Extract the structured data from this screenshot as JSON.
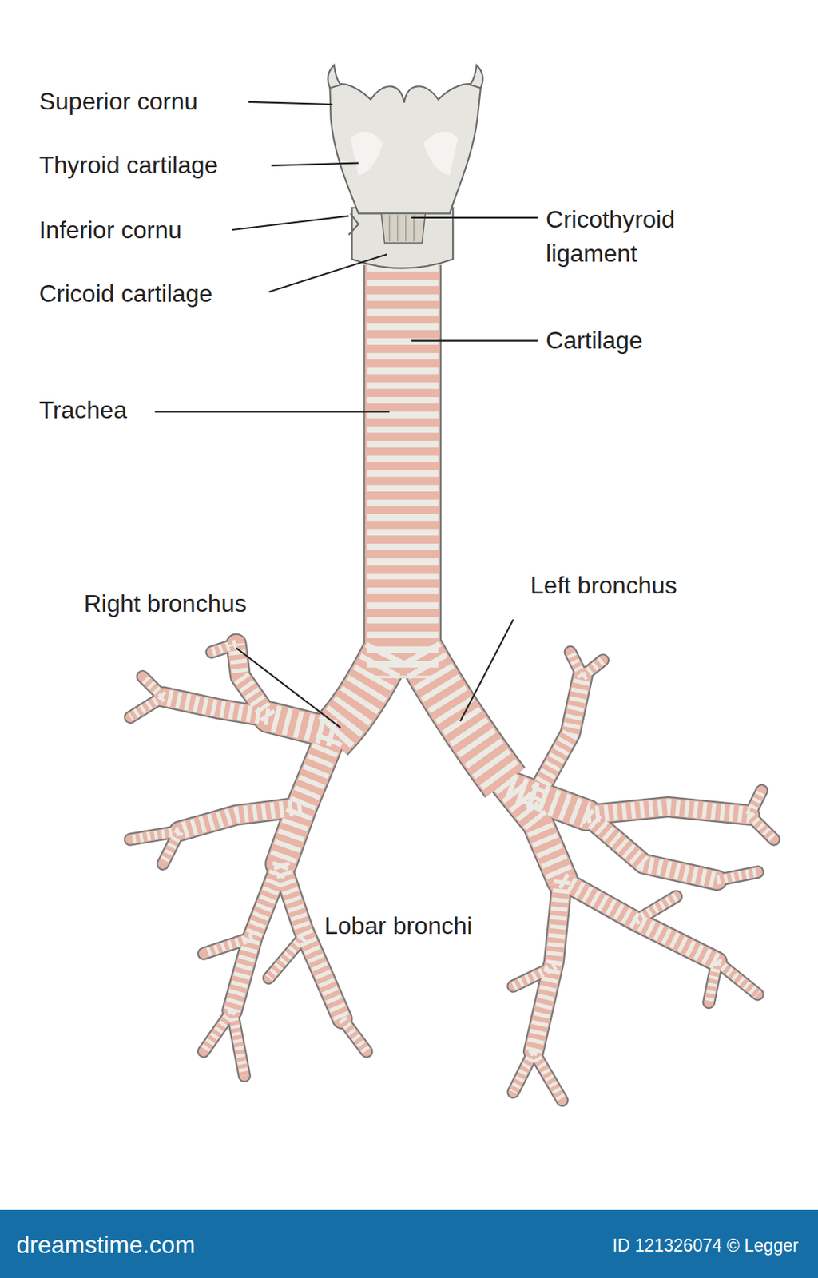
{
  "diagram": {
    "labels": [
      "Superior cornu",
      "Thyroid cartilage",
      "Inferior cornu",
      "Cricothyroid ligament",
      "Cricoid cartilage",
      "Cartilage",
      "Trachea",
      "Left bronchus",
      "Right bronchus",
      "Lobar bronchi",
      "dreamstime.com",
      "ID 121326074 © Legger"
    ]
  }
}
